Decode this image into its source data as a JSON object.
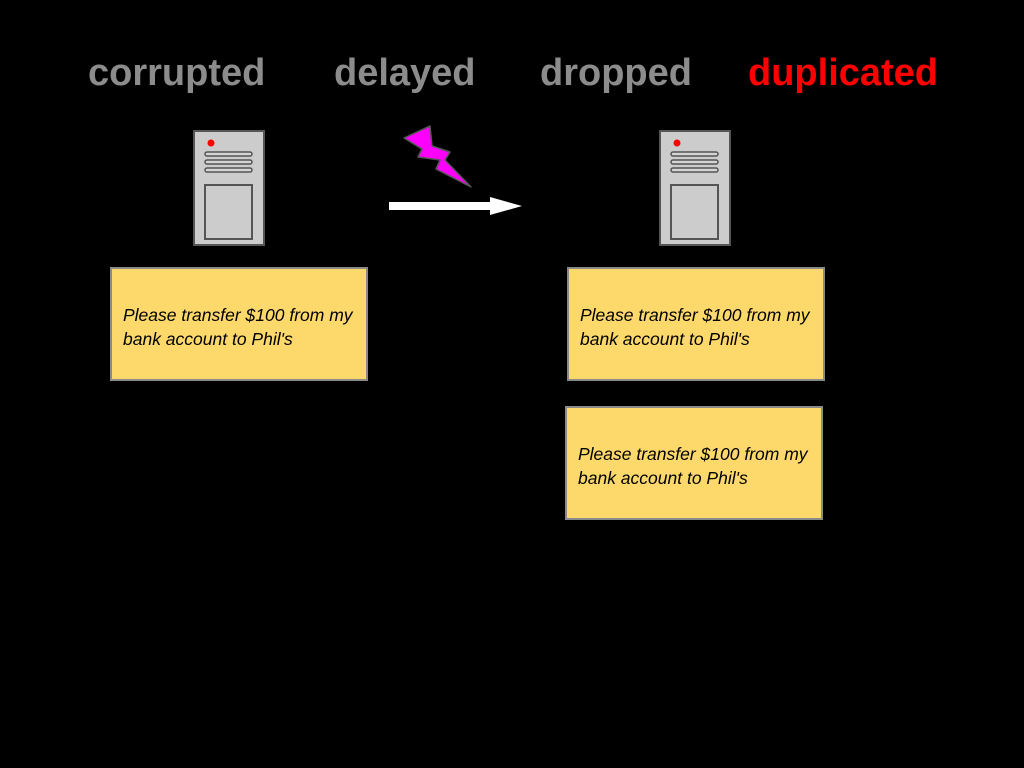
{
  "heading": {
    "words": [
      {
        "text": "corrupted",
        "color": "#8c8c8c"
      },
      {
        "text": "delayed",
        "color": "#8c8c8c"
      },
      {
        "text": "dropped",
        "color": "#8c8c8c"
      },
      {
        "text": "duplicated",
        "color": "#ff0000"
      }
    ]
  },
  "icons": {
    "sender": "server-icon",
    "receiver": "server-icon",
    "interference": "lightning-bolt-icon",
    "transmission": "right-arrow-icon"
  },
  "colors": {
    "background": "#000000",
    "server_body": "#cccccc",
    "server_led": "#ff0000",
    "lightning": "#ff00ff",
    "arrow": "#ffffff",
    "note": "#fdd86b"
  },
  "messages": {
    "sent": "Please transfer $100 from my bank account to Phil's",
    "received_1": "Please transfer $100 from my bank account to Phil's",
    "received_2": "Please transfer $100 from my bank account to Phil's"
  }
}
